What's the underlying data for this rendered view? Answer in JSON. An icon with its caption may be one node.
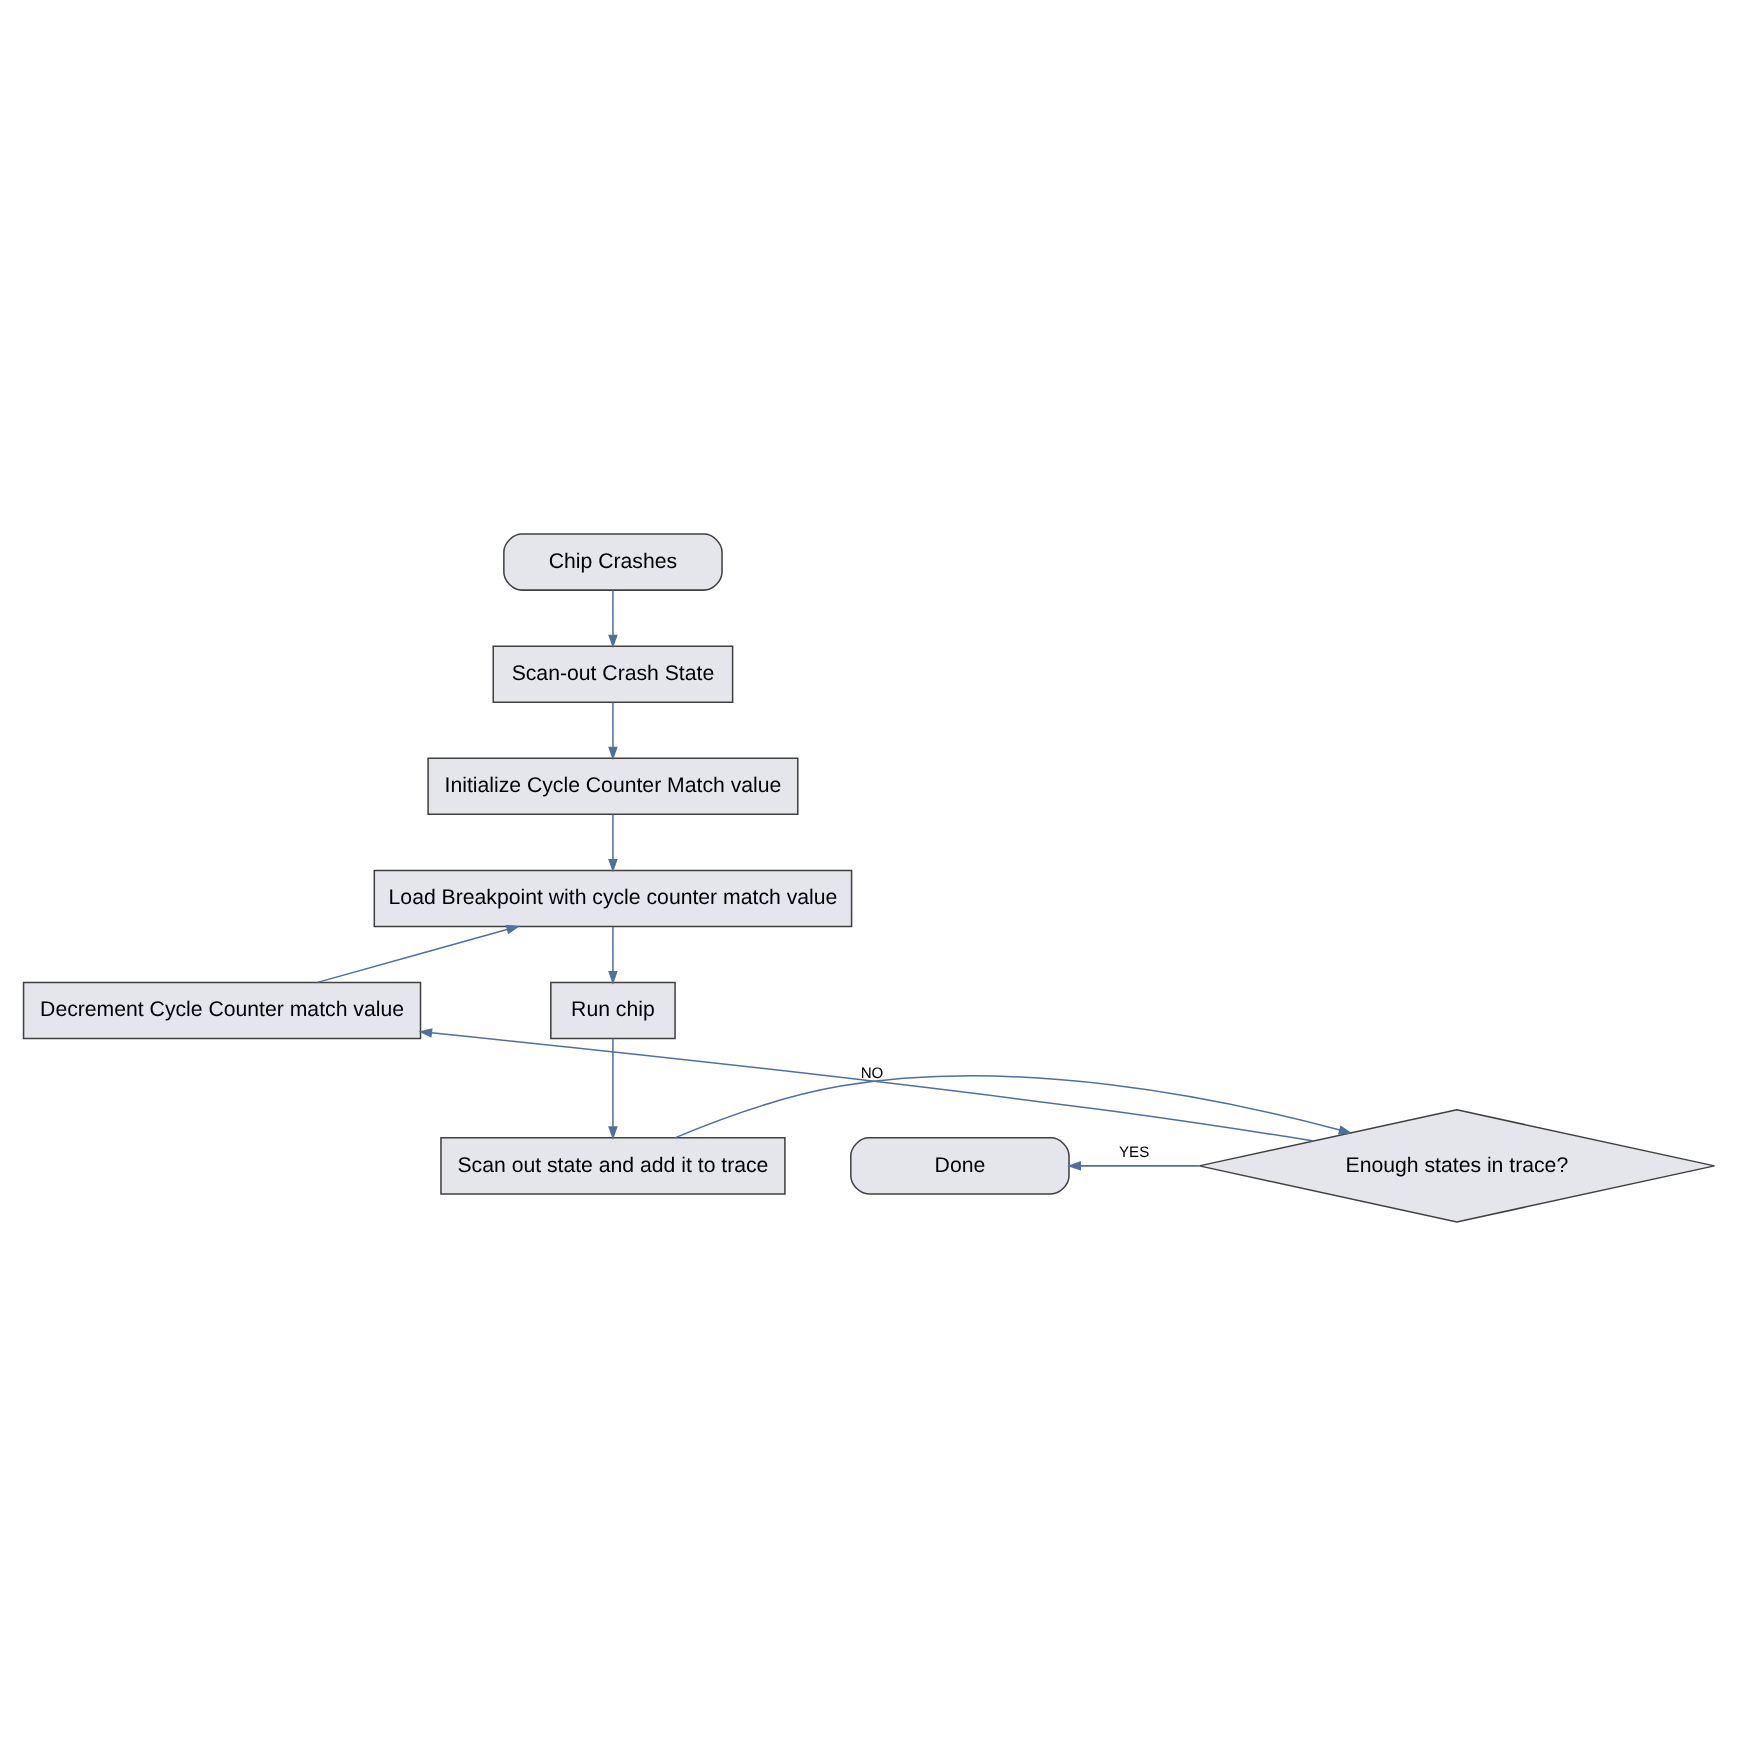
{
  "diagram": {
    "nodes": [
      {
        "text": [
          "Chip Crashes"
        ]
      },
      {
        "text": [
          "Scan-out Crash State"
        ]
      },
      {
        "text": [
          "Initialize Cycle Counter Match value"
        ]
      },
      {
        "text": [
          "Load Breakpoint with cycle counter match value"
        ]
      },
      {
        "text": [
          "Run chip"
        ]
      },
      {
        "text": [
          "Scan out state and add it to trace"
        ]
      },
      {
        "text": [
          "Enough states in trace?"
        ]
      },
      {
        "text": [
          "Decrement Cycle Counter match value"
        ]
      },
      {
        "text": [
          "Done"
        ]
      }
    ],
    "edges": [
      {
        "from": 0,
        "to": 1,
        "arrow": "to"
      },
      {
        "from": 1,
        "to": 2,
        "arrow": "to"
      },
      {
        "from": 2,
        "to": 3,
        "arrow": "to"
      },
      {
        "from": 3,
        "to": 4,
        "arrow": "to"
      },
      {
        "from": 4,
        "to": 5,
        "arrow": "to"
      },
      {
        "from": 5,
        "to": 6,
        "arrow": "to"
      },
      {
        "from": 6,
        "to": 7,
        "arrow": "to",
        "label": "NO"
      },
      {
        "from": 7,
        "to": 3,
        "arrow": "to"
      },
      {
        "from": 6,
        "to": 8,
        "arrow": "to",
        "label": "YES"
      }
    ]
  }
}
